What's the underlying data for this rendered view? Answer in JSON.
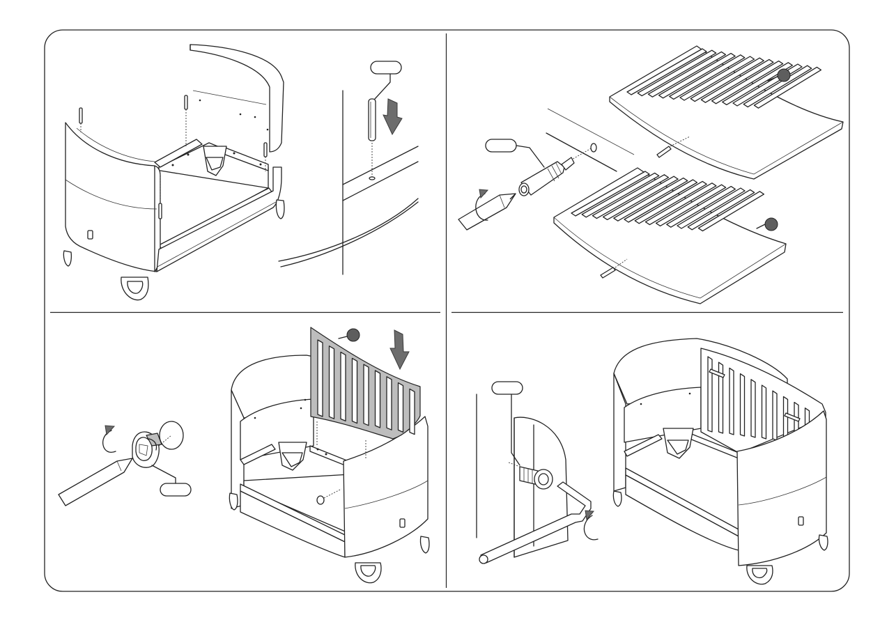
{
  "sheet": {
    "background": "#ffffff",
    "line_color": "#222222",
    "accent_gray": "#5e5e5e",
    "panel_fill_gray": "#bdbdbd"
  },
  "steps": [
    {
      "id": "step-1",
      "description_icons": [
        "crib-frame",
        "dowel-pin",
        "down-arrow"
      ],
      "part_tag": ""
    },
    {
      "id": "step-2",
      "description_icons": [
        "bed-base-panel",
        "cam-bolt",
        "screwdriver",
        "rotate-arrow"
      ],
      "part_tag": ""
    },
    {
      "id": "step-3",
      "description_icons": [
        "cam-lock-nut",
        "screwdriver",
        "rotate-arrow",
        "slatted-side-panel",
        "down-arrow"
      ],
      "part_tag": ""
    },
    {
      "id": "step-4",
      "description_icons": [
        "connector-bolt",
        "allen-key",
        "rotate-arrow",
        "assembled-crib"
      ],
      "part_tag": ""
    }
  ]
}
